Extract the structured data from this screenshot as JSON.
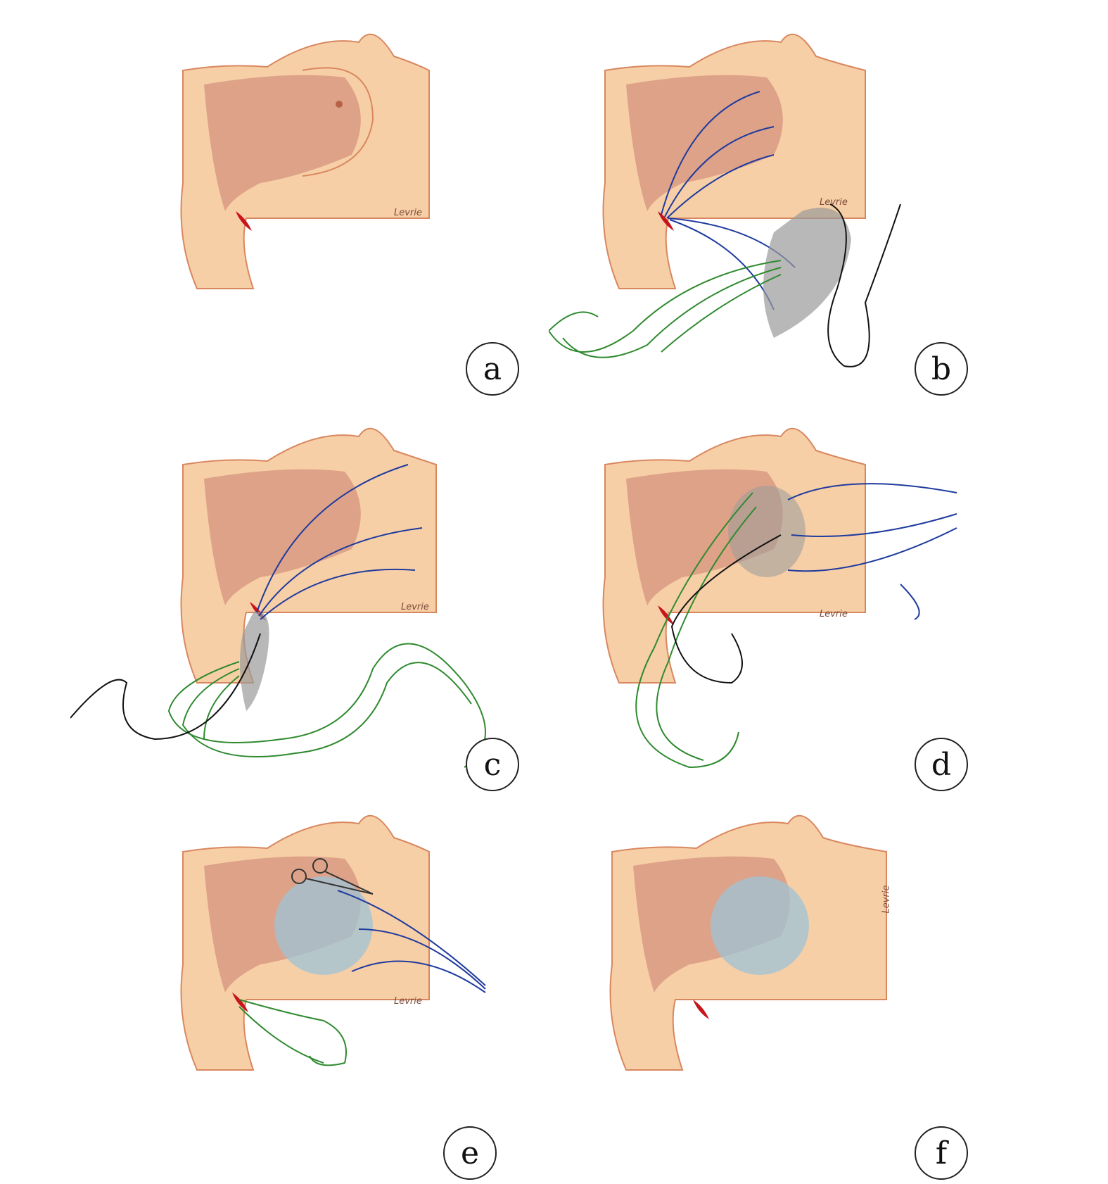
{
  "panels": [
    {
      "id": "a",
      "label": "a",
      "signature": "Levrie"
    },
    {
      "id": "b",
      "label": "b",
      "signature": "Levrie"
    },
    {
      "id": "c",
      "label": "c",
      "signature": "Levrie"
    },
    {
      "id": "d",
      "label": "d",
      "signature": "Levrie"
    },
    {
      "id": "e",
      "label": "e",
      "signature": "Levrie"
    },
    {
      "id": "f",
      "label": "f",
      "signature": "Levrie"
    }
  ],
  "colors": {
    "skin": "#f7cfa6",
    "skin_edge": "#d9875f",
    "muscle": "#d99a83",
    "incision": "#c8151c",
    "suture_blue": "#1f3b9e",
    "suture_green": "#2f8a2f",
    "suture_black": "#111111",
    "mesh_gray": "#9a9a9a",
    "implant_blue": "#9fc3d6"
  }
}
